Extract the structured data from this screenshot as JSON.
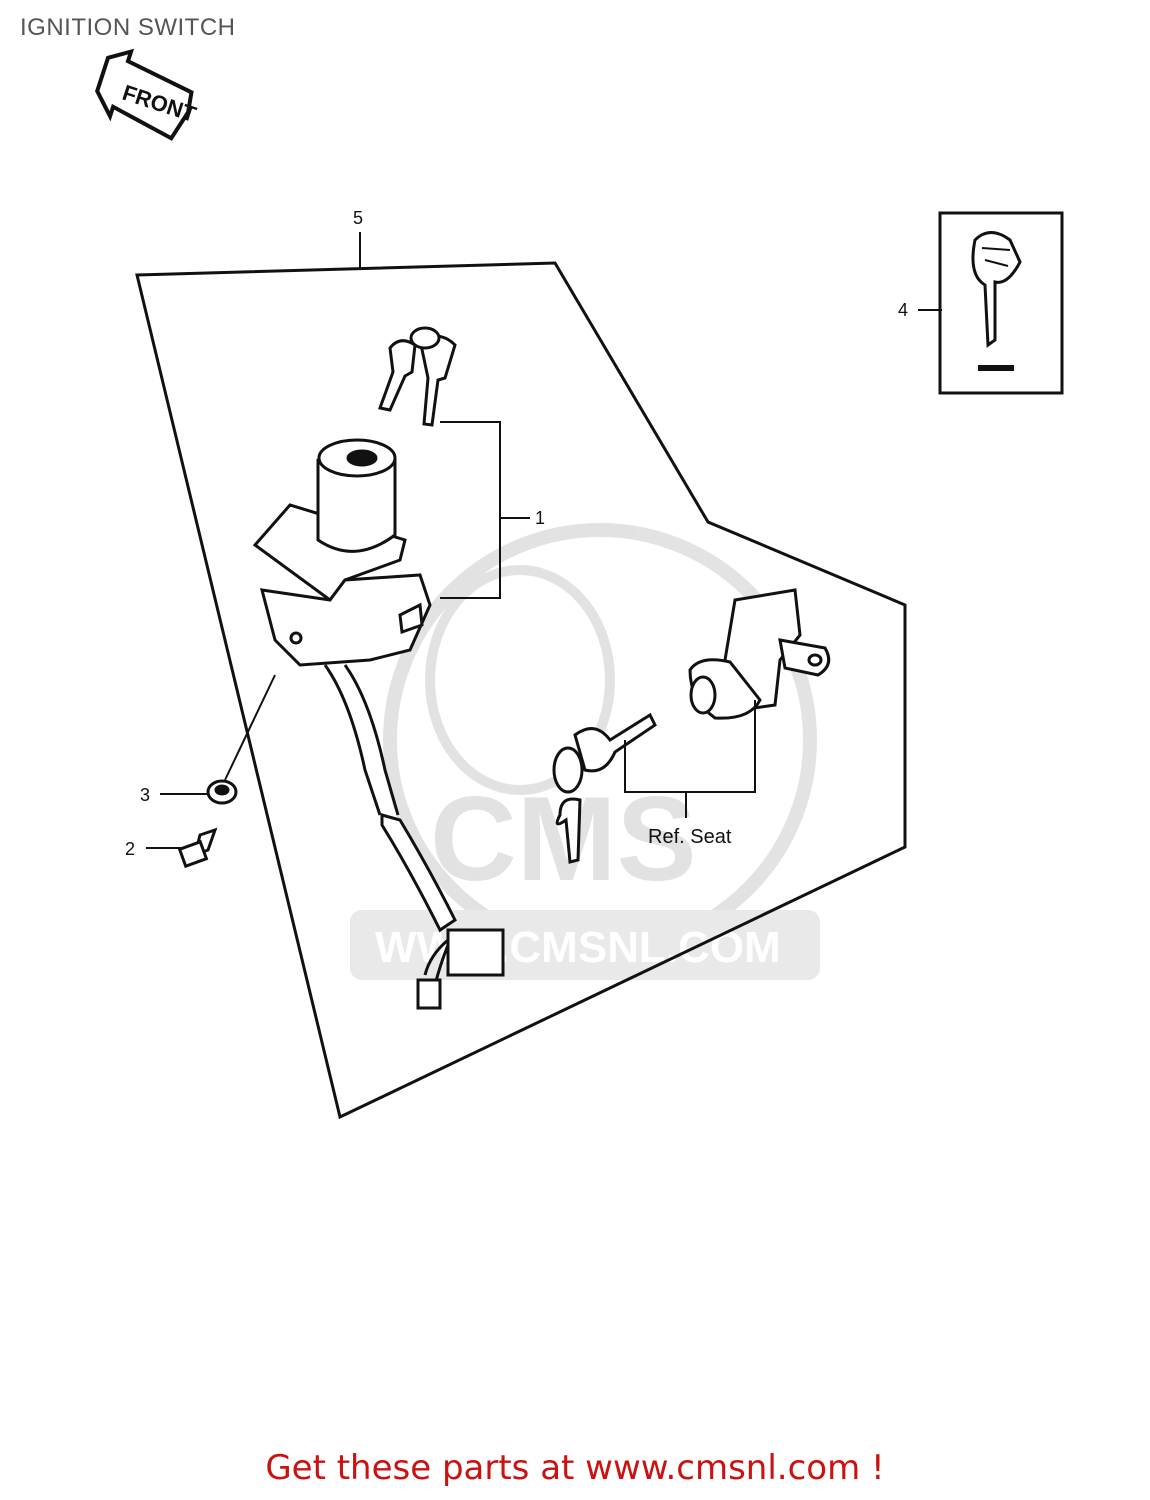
{
  "page": {
    "title": "IGNITION SWITCH",
    "cta": "Get these parts at www.cmsnl.com !"
  },
  "diagram": {
    "front_label": "FRONT",
    "ref_seat_label": "Ref. Seat",
    "watermark_text": "CMS",
    "watermark_url": "WWW.CMSNL.COM",
    "callouts": [
      "1",
      "2",
      "3",
      "4",
      "5"
    ]
  }
}
